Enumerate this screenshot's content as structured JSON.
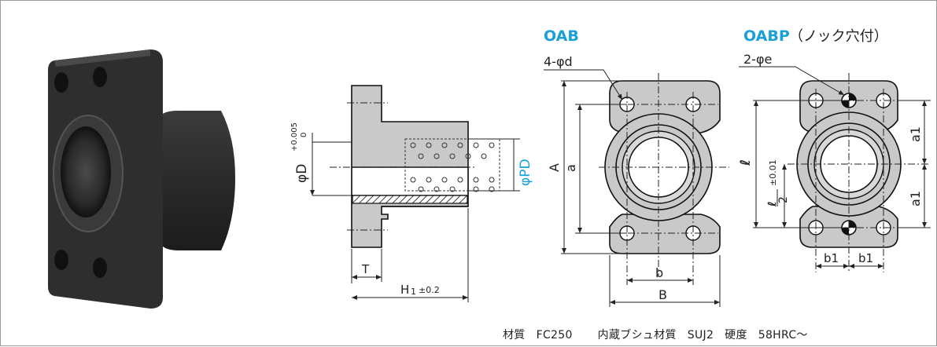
{
  "titles": {
    "oab": "OAB",
    "oabp_code": "OABP",
    "oabp_note": "（ノック穴付）"
  },
  "colors": {
    "accent": "#1aa0d8",
    "part_fill": "#c9c9c9",
    "line": "#222222"
  },
  "side_view": {
    "diameter_D": "φD",
    "tol_upper": "+0.005",
    "tol_lower": "0",
    "diameter_PD": "φPD",
    "dim_T": "T",
    "dim_H1": "H",
    "dim_H1_sub": "1",
    "dim_H1_tol": "±0.2"
  },
  "oab_view": {
    "hole_label": "4-φd",
    "dim_A": "A",
    "dim_a": "a",
    "dim_b": "b",
    "dim_B": "B"
  },
  "oabp_view": {
    "hole_label": "2-φe",
    "dim_l": "ℓ",
    "dim_l_half_num": "ℓ",
    "dim_l_half_den": "2",
    "dim_l_half_tol": "±0.01",
    "dim_a1_top": "a1",
    "dim_a1_bottom": "a1",
    "dim_b1_left": "b1",
    "dim_b1_right": "b1"
  },
  "spec": {
    "material_label": "材質",
    "material_value": "FC250",
    "bush_label": "内蔵ブシュ材質",
    "bush_value": "SUJ2",
    "hardness_label": "硬度",
    "hardness_value": "58HRC〜"
  }
}
